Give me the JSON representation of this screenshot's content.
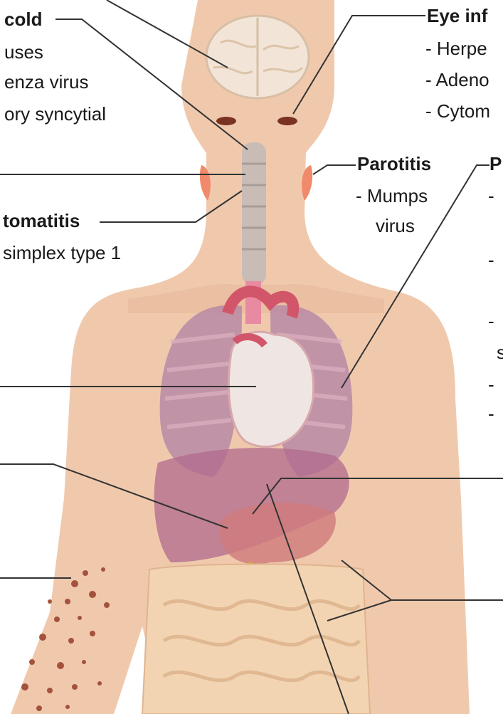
{
  "colors": {
    "skin": "#f0c9ad",
    "skin_shadow": "#e5b596",
    "lung": "#b98aa6",
    "heart": "#d2566a",
    "liver": "#b06a8c",
    "intestine": "#f3d4b2",
    "rash": "#a4523c",
    "parotid": "#f08a6a",
    "leader_line": "#333333"
  },
  "labels": {
    "common_cold_title": "cold",
    "common_cold_1": "uses",
    "common_cold_2": "enza virus",
    "common_cold_3": "ory syncytial",
    "stomatitis_title": "tomatitis",
    "stomatitis_1": "simplex type 1",
    "eye_title": "Eye inf",
    "eye_1": "- Herpe",
    "eye_2": "- Adeno",
    "eye_3": "- Cytom",
    "parotitis_title": "Parotitis",
    "parotitis_1": "- Mumps",
    "parotitis_2": "virus",
    "p_title": "P",
    "p_1": "- ",
    "p_2": "- ",
    "p_3": "- ",
    "p_3b": "s",
    "p_4": "- ",
    "p_5": "- "
  },
  "icons": {
    "brain": "brain-icon",
    "eyes": "eye-icon",
    "throat": "throat-icon",
    "lungs": "lungs-icon",
    "heart": "heart-icon",
    "liver": "liver-icon",
    "pancreas": "pancreas-icon",
    "intestines": "intestines-icon",
    "rash": "skin-rash-icon"
  }
}
